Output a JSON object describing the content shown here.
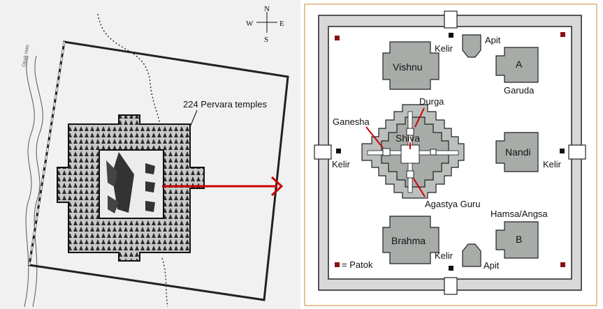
{
  "compass": {
    "north": "N",
    "south": "S",
    "east": "E",
    "west": "W"
  },
  "site_plan": {
    "callout": "224 Pervara temples",
    "river_label": "Opak river"
  },
  "temple_plan": {
    "shrines": {
      "vishnu": "Vishnu",
      "brahma": "Brahma",
      "shiva": "Shiva",
      "nandi": "Nandi",
      "a": "A",
      "b": "B"
    },
    "vehicle_labels": {
      "garuda": "Garuda",
      "hamsa": "Hamsa/Angsa"
    },
    "cells": {
      "durga": "Durga",
      "ganesha": "Ganesha",
      "agastya": "Agastya Guru"
    },
    "gates": {
      "kelir_top": "Kelir",
      "kelir_bottom": "Kelir",
      "kelir_left": "Kelir",
      "kelir_right": "Kelir",
      "apit_top": "Apit",
      "apit_bottom": "Apit"
    },
    "legend": {
      "patok": "= Patok"
    }
  },
  "colors": {
    "arrow": "#cc0000",
    "shrine_fill": "#a8aca8",
    "court_fill": "#ffffff",
    "wall_fill": "#d8d8d8",
    "marker": "#8b1010",
    "plan_stroke": "#222222"
  }
}
